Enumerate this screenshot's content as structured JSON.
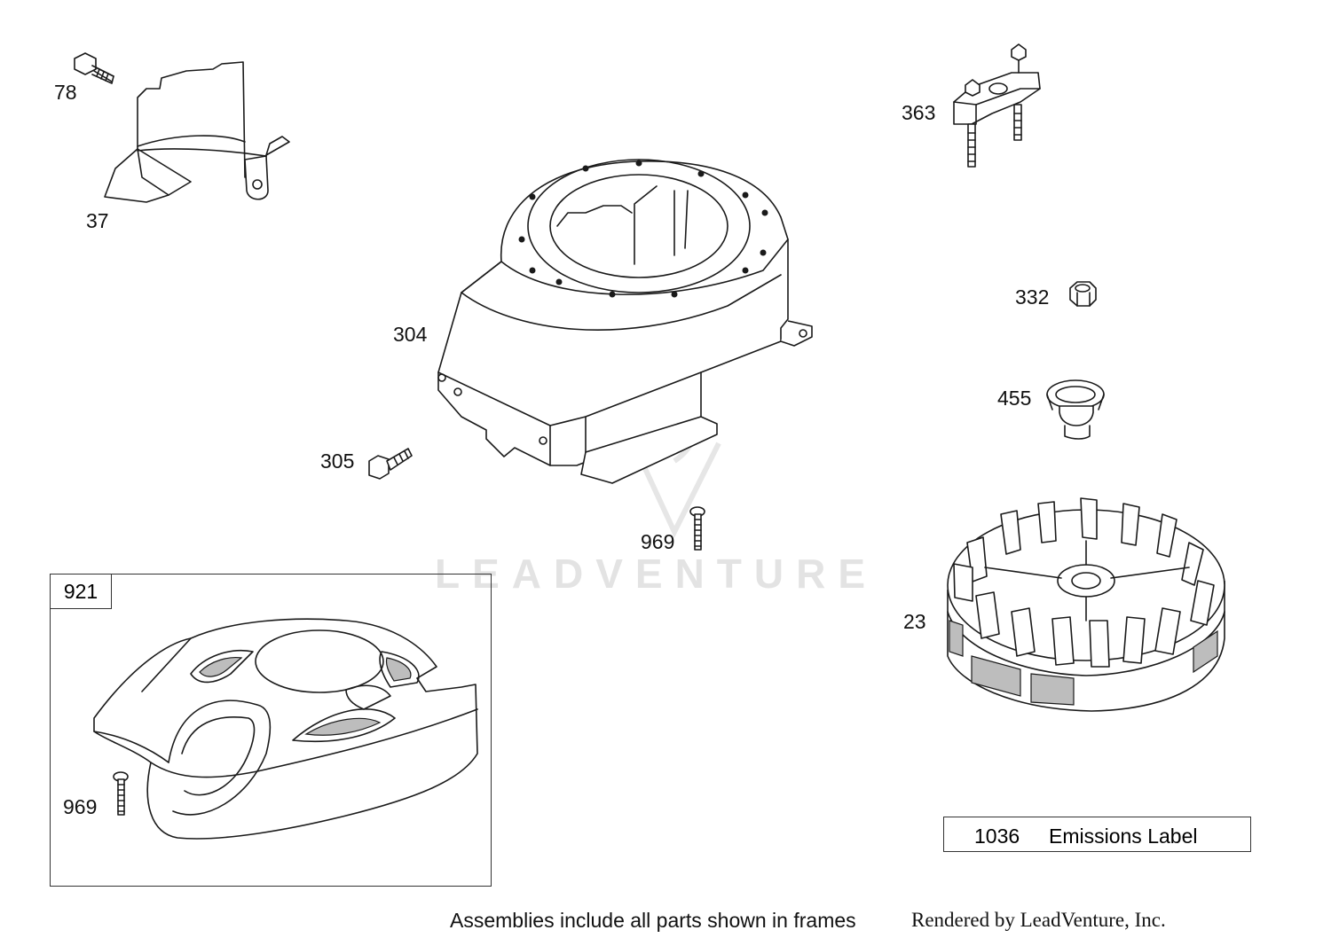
{
  "parts": [
    {
      "id": "p78",
      "number": "78"
    },
    {
      "id": "p37",
      "number": "37"
    },
    {
      "id": "p363",
      "number": "363"
    },
    {
      "id": "p304",
      "number": "304"
    },
    {
      "id": "p332",
      "number": "332"
    },
    {
      "id": "p455",
      "number": "455"
    },
    {
      "id": "p305",
      "number": "305"
    },
    {
      "id": "p969a",
      "number": "969"
    },
    {
      "id": "p921",
      "number": "921"
    },
    {
      "id": "p23",
      "number": "23"
    },
    {
      "id": "p969b",
      "number": "969"
    }
  ],
  "emissions": {
    "number": "1036",
    "label": "Emissions Label"
  },
  "watermark": "LEADVENTURE",
  "footer": {
    "note": "Assemblies include all parts shown in frames",
    "credit": "Rendered by LeadVenture, Inc."
  }
}
